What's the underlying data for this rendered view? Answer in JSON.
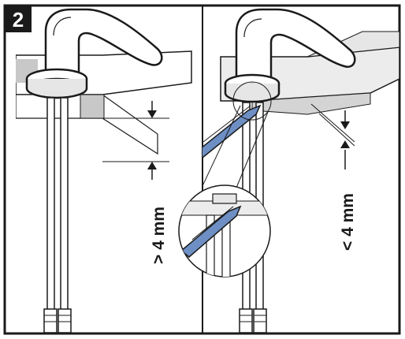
{
  "step": {
    "number": "2"
  },
  "left_panel": {
    "dimension_label": "> 4 mm"
  },
  "right_panel": {
    "dimension_label": "< 4 mm"
  },
  "colors": {
    "outline": "#1a1a1a",
    "badge_bg": "#1a1a1a",
    "badge_text": "#ffffff",
    "gasket_blue": "#6e8fc4",
    "counter_grey": "#c8c8c8",
    "light_grey": "#e6e6e6"
  }
}
